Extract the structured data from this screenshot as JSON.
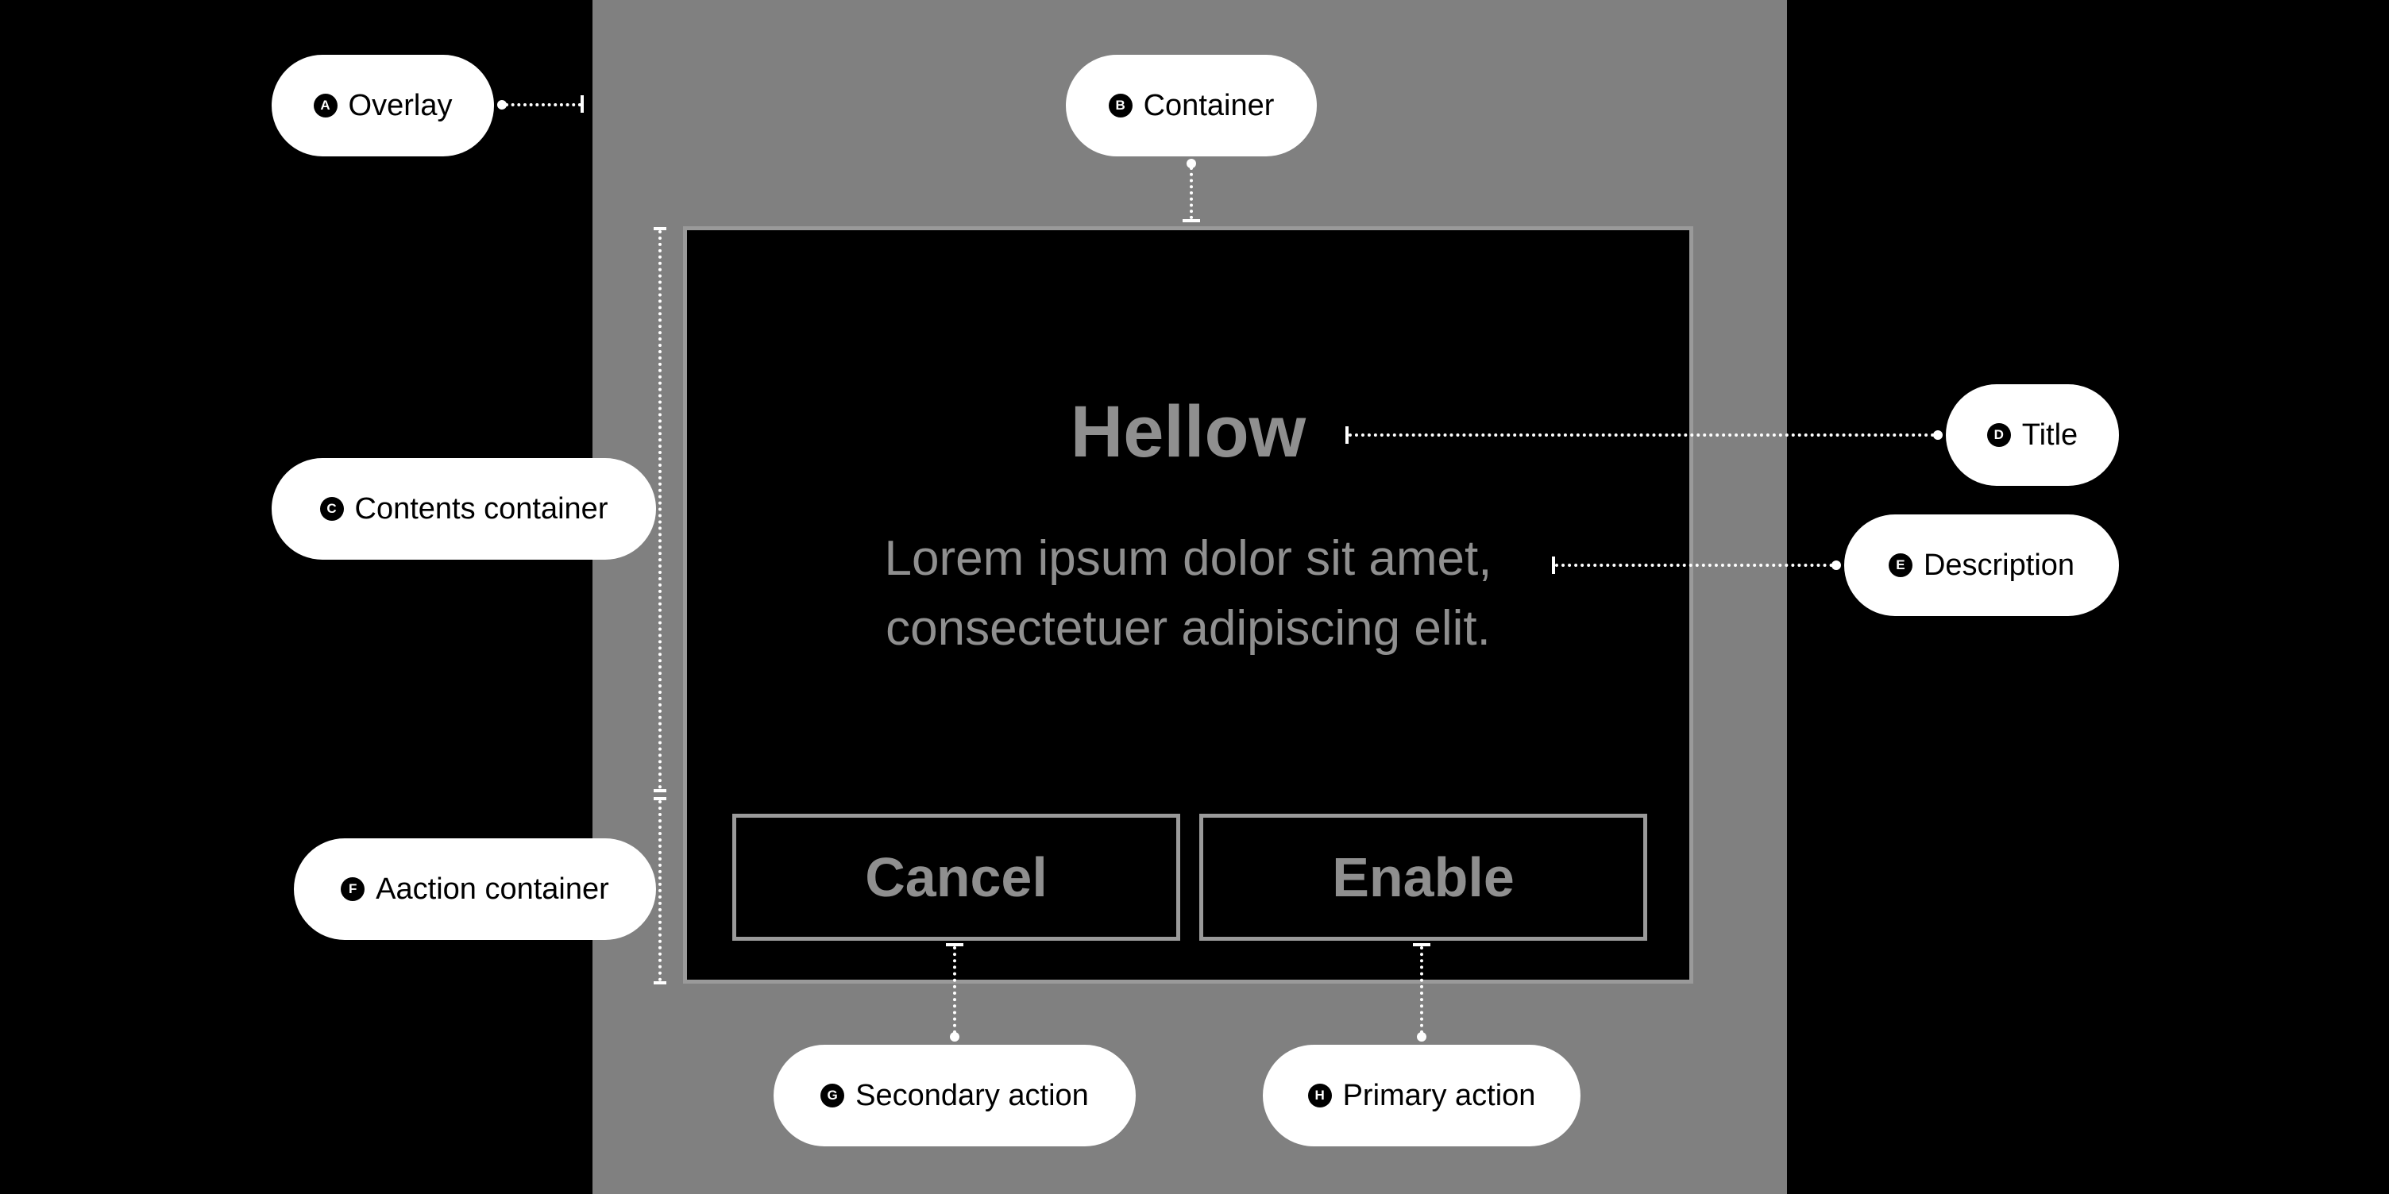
{
  "dialog": {
    "title": "Hellow",
    "description_line1": "Lorem ipsum dolor sit amet,",
    "description_line2": "consectetuer adipiscing elit.",
    "cancel_label": "Cancel",
    "enable_label": "Enable"
  },
  "annotations": {
    "a": {
      "badge": "A",
      "label": "Overlay"
    },
    "b": {
      "badge": "B",
      "label": "Container"
    },
    "c": {
      "badge": "C",
      "label": "Contents container"
    },
    "d": {
      "badge": "D",
      "label": "Title"
    },
    "e": {
      "badge": "E",
      "label": "Description"
    },
    "f": {
      "badge": "F",
      "label": "Aaction container"
    },
    "g": {
      "badge": "G",
      "label": "Secondary action"
    },
    "h": {
      "badge": "H",
      "label": "Primary action"
    }
  },
  "colors": {
    "background": "#000000",
    "overlay": "#808080",
    "dialog_border": "#9a9a9a",
    "dialog_text": "#8f8f8f",
    "pill": "#ffffff"
  }
}
